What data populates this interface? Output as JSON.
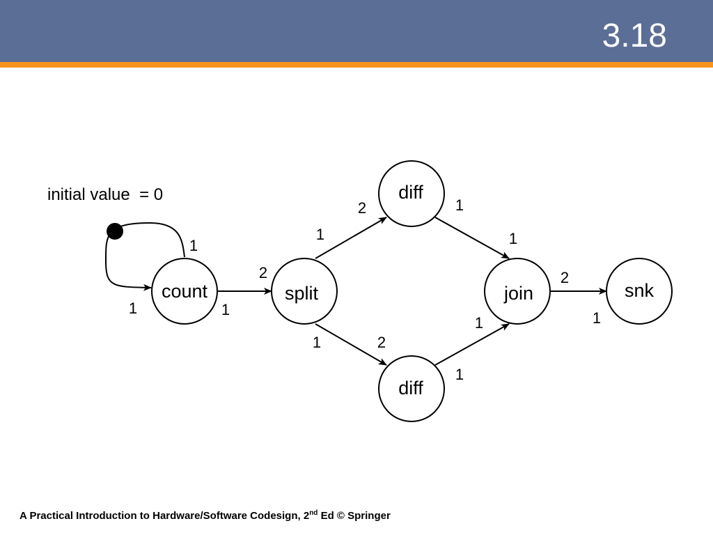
{
  "slide": {
    "number": "3.18"
  },
  "diagram": {
    "annotation": "initial value  = 0",
    "nodes": [
      {
        "id": "count",
        "label": "count"
      },
      {
        "id": "split",
        "label": "split"
      },
      {
        "id": "diff_top",
        "label": "diff"
      },
      {
        "id": "diff_bottom",
        "label": "diff"
      },
      {
        "id": "join",
        "label": "join"
      },
      {
        "id": "snk",
        "label": "snk"
      }
    ],
    "edges": [
      {
        "from": "count",
        "to": "count",
        "produce": "1",
        "consume": "1",
        "initial_token": true
      },
      {
        "from": "count",
        "to": "split",
        "produce": "1",
        "consume": "2"
      },
      {
        "from": "split",
        "to": "diff_top",
        "produce": "1",
        "consume": "2"
      },
      {
        "from": "split",
        "to": "diff_bottom",
        "produce": "1",
        "consume": "2"
      },
      {
        "from": "diff_top",
        "to": "join",
        "produce": "1",
        "consume": "1"
      },
      {
        "from": "diff_bottom",
        "to": "join",
        "produce": "1",
        "consume": "1"
      },
      {
        "from": "join",
        "to": "snk",
        "produce": "2",
        "consume": "1"
      }
    ]
  },
  "footer": {
    "prefix": "A Practical Introduction to Hardware/Software Codesign, 2",
    "superscript": "nd",
    "suffix": " Ed © Springer"
  }
}
